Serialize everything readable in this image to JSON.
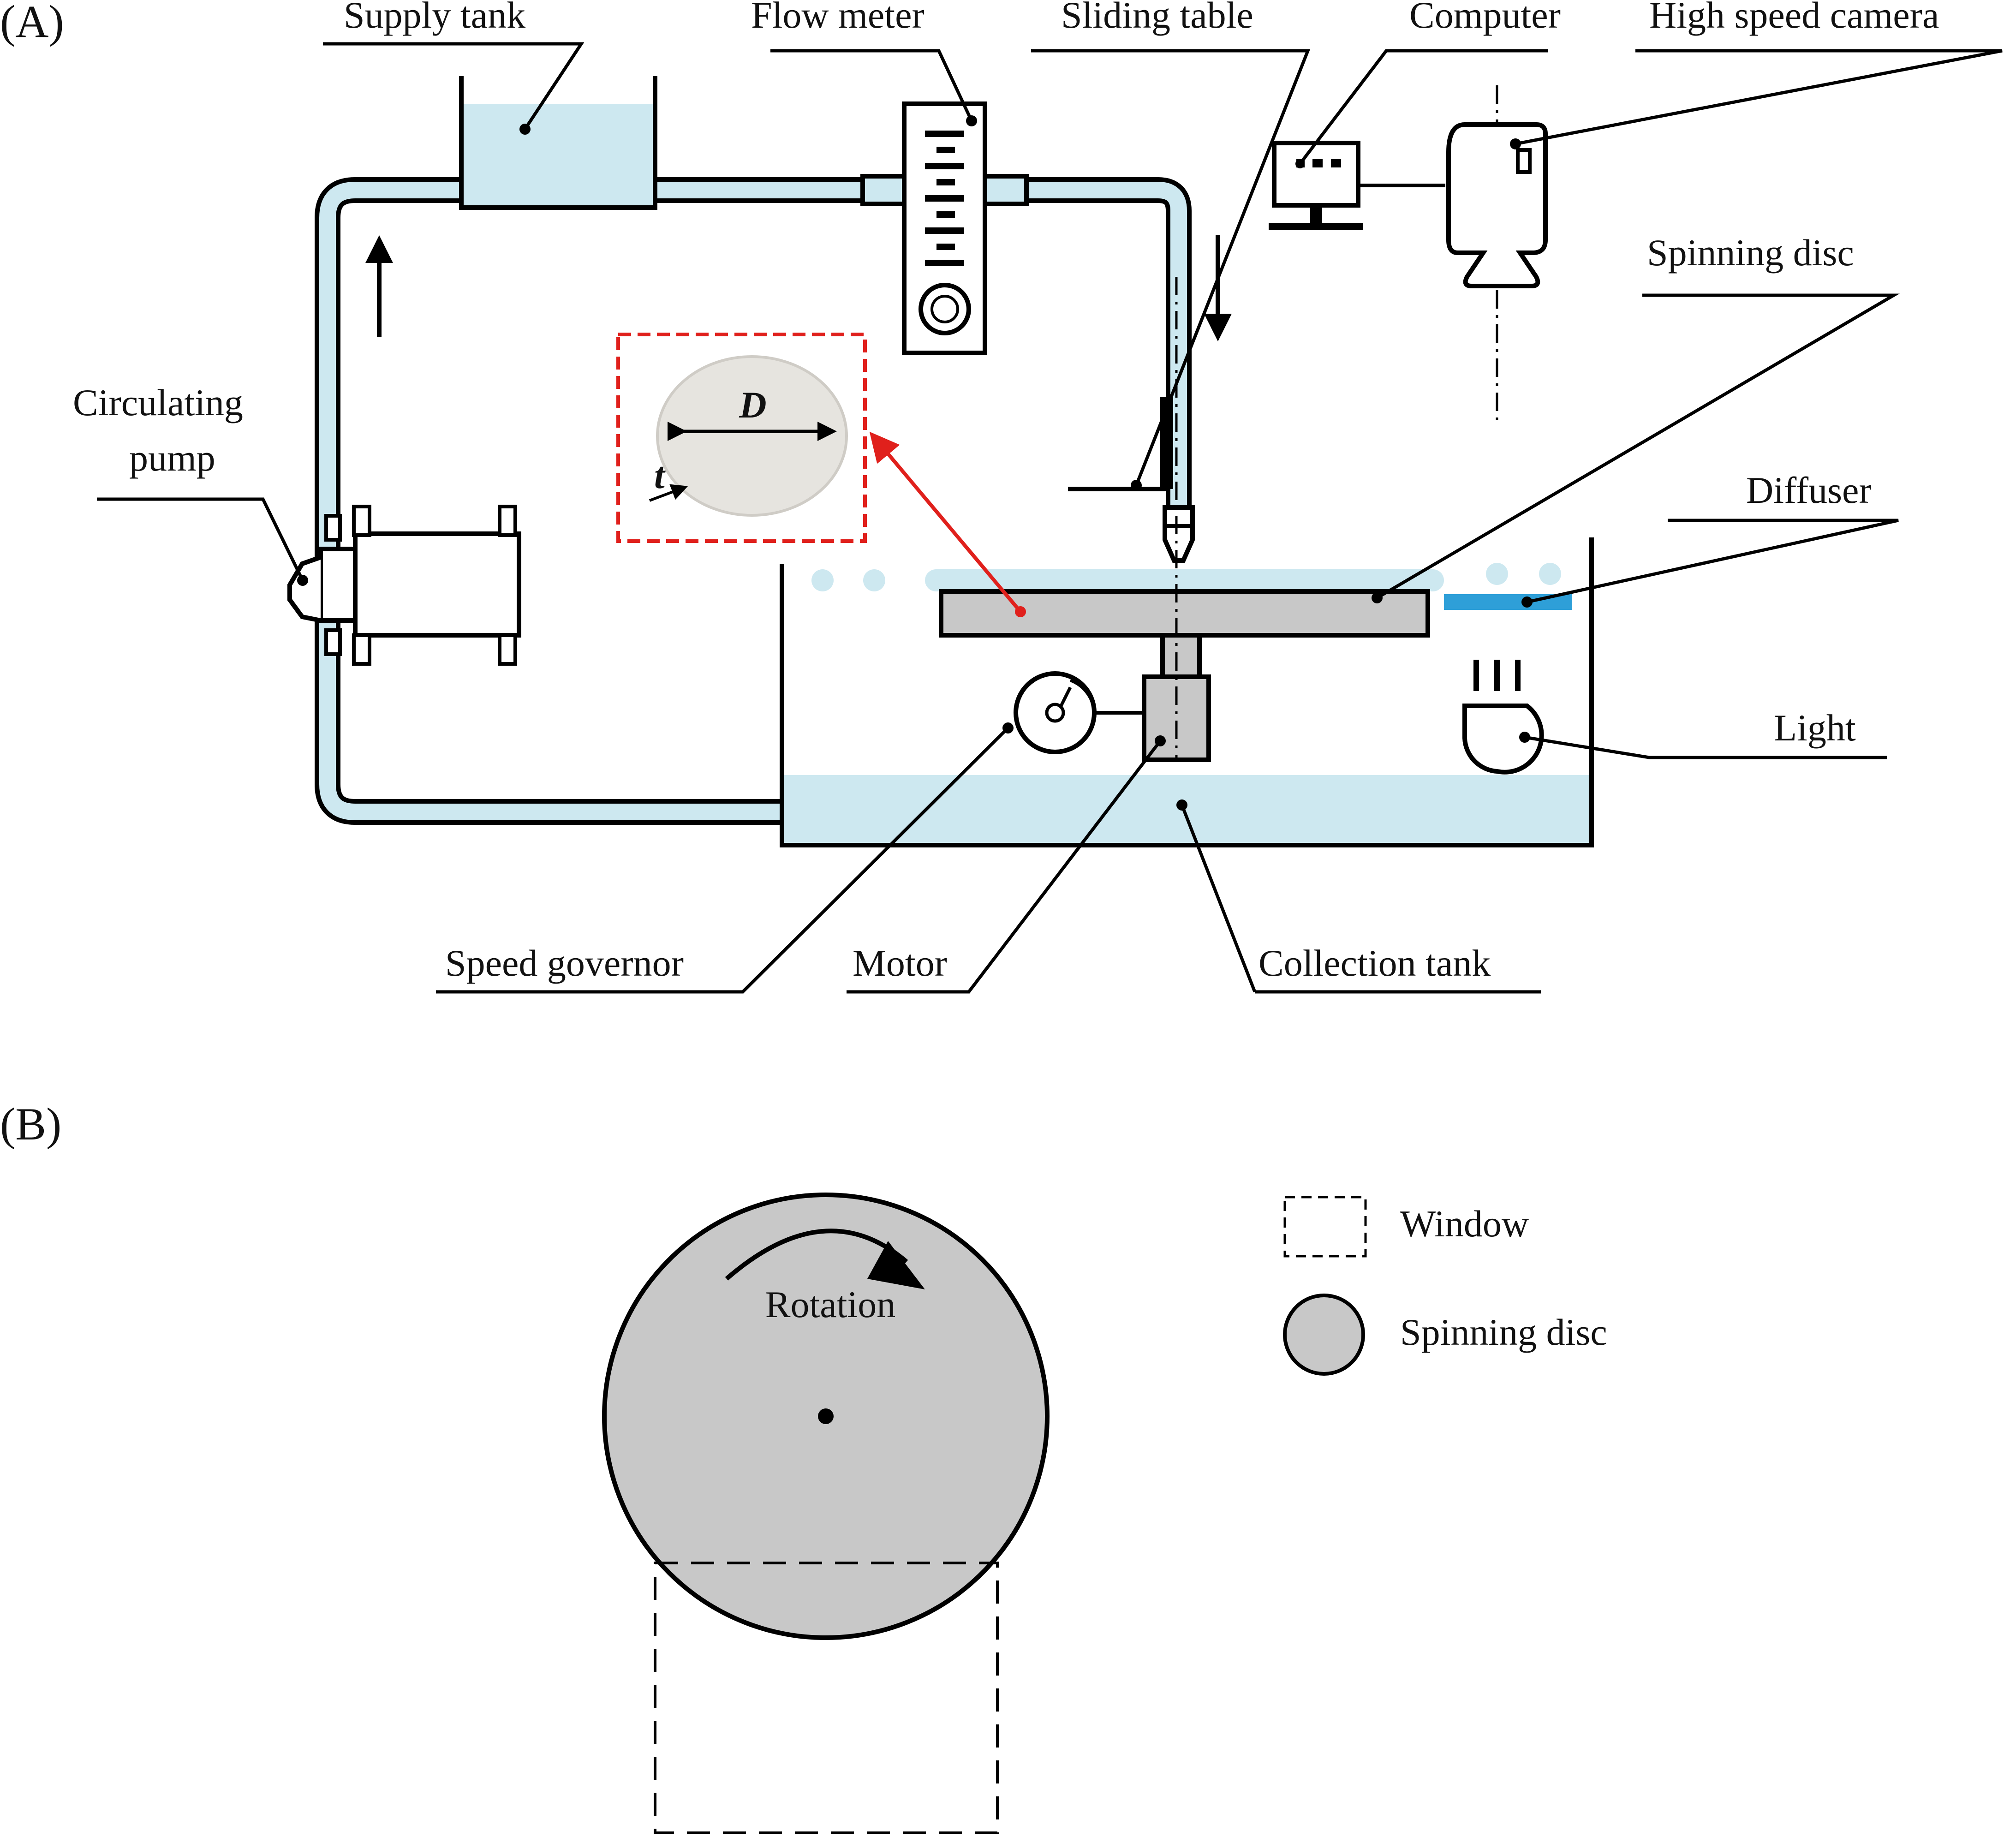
{
  "panel_a": {
    "tag": "(A)",
    "labels": {
      "supply_tank": "Supply tank",
      "flow_meter": "Flow meter",
      "sliding_table": "Sliding table",
      "computer": "Computer",
      "high_speed_camera": "High speed camera",
      "spinning_disc": "Spinning disc",
      "circulating_pump_line1": "Circulating",
      "circulating_pump_line2": "pump",
      "diffuser": "Diffuser",
      "light": "Light",
      "speed_governor": "Speed governor",
      "motor": "Motor",
      "collection_tank": "Collection tank"
    },
    "inset": {
      "diameter_symbol": "D",
      "thickness_symbol": "t"
    }
  },
  "panel_b": {
    "tag": "(B)",
    "rotation_label": "Rotation",
    "legend": {
      "window": "Window",
      "spinning_disc": "Spinning disc"
    }
  },
  "colors": {
    "water": "#cde8f0",
    "water_drops": "#cde8f0",
    "disc_gray": "#c8c8c8",
    "diffuser_blue": "#2e9fd8",
    "callout_red": "#e0201c",
    "outline": "#000000"
  }
}
